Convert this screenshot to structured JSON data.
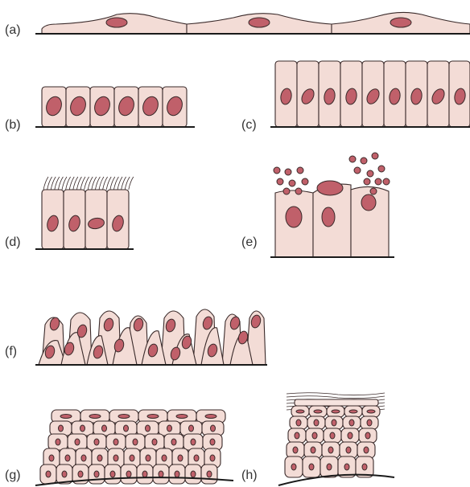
{
  "colors": {
    "cell_fill": "#f3dcd6",
    "nucleus_fill": "#c0606a",
    "outline": "#3a2a2a",
    "basement": "#1a1a1a",
    "keratin_fill": "#f6e4df"
  },
  "panels": [
    {
      "id": "a",
      "label": "(a)"
    },
    {
      "id": "b",
      "label": "(b)"
    },
    {
      "id": "c",
      "label": "(c)"
    },
    {
      "id": "d",
      "label": "(d)"
    },
    {
      "id": "e",
      "label": "(e)"
    },
    {
      "id": "f",
      "label": "(f)"
    },
    {
      "id": "g",
      "label": "(g)"
    },
    {
      "id": "h",
      "label": "(h)"
    }
  ]
}
